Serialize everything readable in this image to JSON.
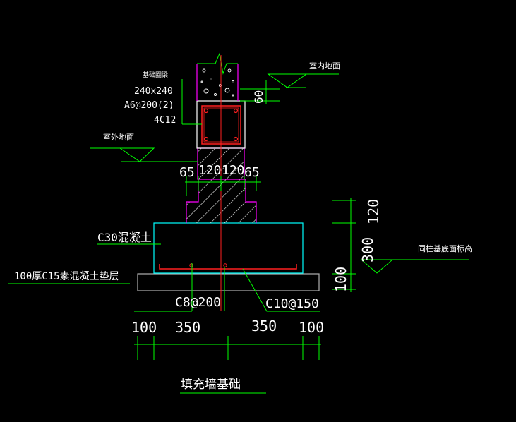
{
  "drawing": {
    "title": "填充墙基础",
    "ring_beam": {
      "name": "基础圈梁",
      "size": "240x240",
      "stirrups": "A6@200(2)",
      "main_bars": "4C12"
    },
    "levels": {
      "indoor_floor": "室内地面",
      "outdoor_ground": "室外地面",
      "same_as_column_base": "同柱基底面标高",
      "indoor_offset": "60"
    },
    "step_dims": [
      "65",
      "120",
      "120",
      "65"
    ],
    "concrete_label": "C30混凝土",
    "cushion_label": "100厚C15素混凝土垫层",
    "rebar_left": "C8@200",
    "rebar_right": "C10@150",
    "bottom_dims": [
      "100",
      "350",
      "350",
      "100"
    ],
    "height_dims": [
      "120",
      "300",
      "100"
    ],
    "colors": {
      "background": "#000000",
      "dimension": "#00ff00",
      "magenta_outline": "#ff00ff",
      "cyan_outline": "#00ffff",
      "rebar_red": "#ff2020",
      "text": "#ffffff",
      "hatch": "#ffffff"
    }
  }
}
